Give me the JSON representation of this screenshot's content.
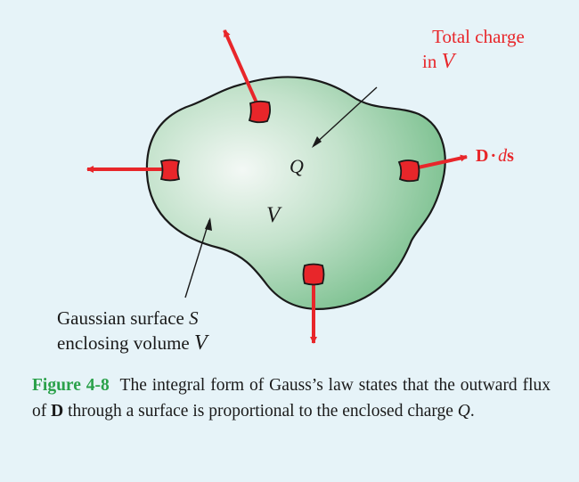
{
  "diagram": {
    "total_charge_line1": "Total charge",
    "total_charge_line2": "in ",
    "volume_symbol": "V",
    "charge_symbol": "Q",
    "flux_D": "D",
    "flux_dot": "·",
    "flux_d": "d",
    "flux_s": "s",
    "surface_label_line1": "Gaussian surface ",
    "surface_symbol": "S",
    "surface_label_line2": "enclosing volume ",
    "colors": {
      "background": "#e6f3f8",
      "surface_fill": "#8fc9a0",
      "arrow": "#e8262a",
      "label_red": "#e8262a",
      "caption_label": "#2aa14a"
    }
  },
  "caption": {
    "label": "Figure 4-8",
    "part1": "The integral form of Gauss’s law states that the outward flux of ",
    "bold_D": "D",
    "part2": " through a surface is proportional to the enclosed charge ",
    "charge": "Q",
    "part3": "."
  }
}
